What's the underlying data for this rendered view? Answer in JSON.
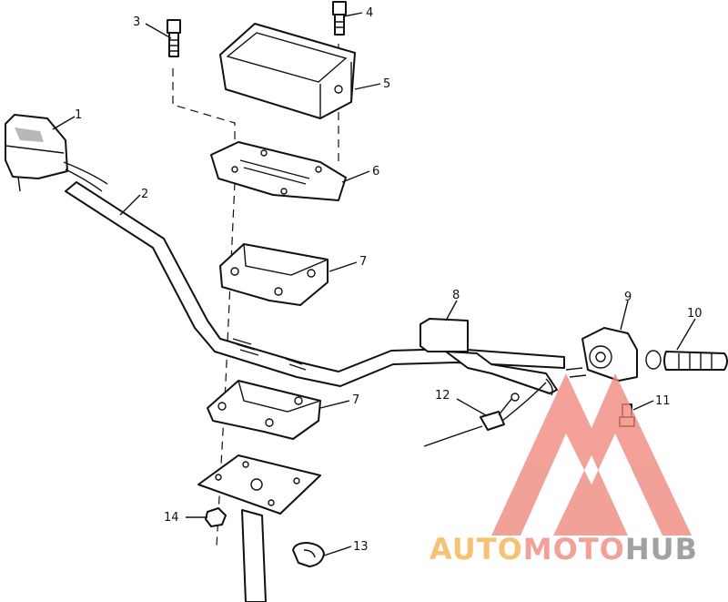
{
  "callouts": [
    {
      "id": "1",
      "label": "1"
    },
    {
      "id": "2",
      "label": "2"
    },
    {
      "id": "3",
      "label": "3"
    },
    {
      "id": "4",
      "label": "4"
    },
    {
      "id": "5",
      "label": "5"
    },
    {
      "id": "6",
      "label": "6"
    },
    {
      "id": "7a",
      "label": "7"
    },
    {
      "id": "7b",
      "label": "7"
    },
    {
      "id": "8",
      "label": "8"
    },
    {
      "id": "9",
      "label": "9"
    },
    {
      "id": "10",
      "label": "10"
    },
    {
      "id": "11",
      "label": "11"
    },
    {
      "id": "12",
      "label": "12"
    },
    {
      "id": "13",
      "label": "13"
    },
    {
      "id": "14",
      "label": "14"
    }
  ],
  "watermark": {
    "part1": "AUTO",
    "part2": "MOTO",
    "part3": "HUB",
    "color1": "#f5b452",
    "color2": "#f08a80",
    "color3": "#8a8a8a"
  }
}
